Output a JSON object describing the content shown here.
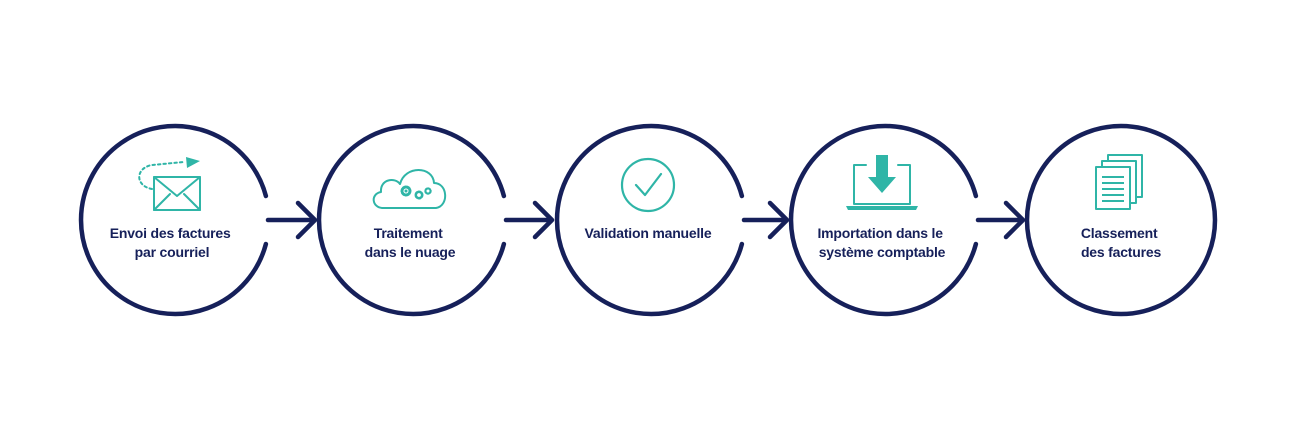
{
  "colors": {
    "navy": "#16205a",
    "teal": "#2fb5a7",
    "background": "#ffffff"
  },
  "steps": [
    {
      "icon": "envelope-send-icon",
      "lines": [
        "Envoi des factures",
        "par courriel"
      ]
    },
    {
      "icon": "cloud-gears-icon",
      "lines": [
        "Traitement",
        "dans le nuage"
      ]
    },
    {
      "icon": "checkmark-circle-icon",
      "lines": [
        "Validation manuelle"
      ]
    },
    {
      "icon": "laptop-download-icon",
      "lines": [
        "Importation dans le",
        "système comptable"
      ]
    },
    {
      "icon": "documents-stack-icon",
      "lines": [
        "Classement",
        "des factures"
      ]
    }
  ]
}
